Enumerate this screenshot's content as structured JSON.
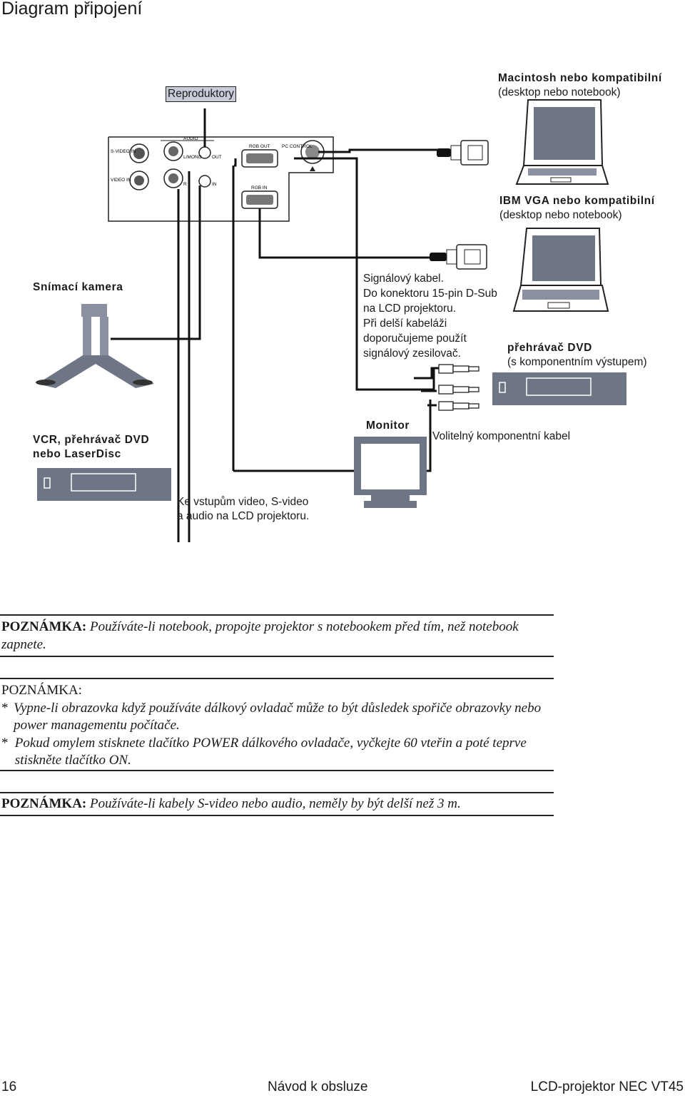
{
  "title": "Diagram připojení",
  "labels": {
    "speakers": "Reproduktory",
    "mac_name": "Macintosh nebo kompatibilní",
    "mac_sub": "(desktop nebo notebook)",
    "ibm_name": "IBM VGA nebo kompatibilní",
    "ibm_sub": "(desktop nebo notebook)",
    "camera": "Snímací kamera",
    "signal_cable": [
      "Signálový kabel.",
      "Do konektoru 15-pin D-Sub",
      "na LCD projektoru.",
      "Při delší kabeláži",
      "doporučujeme použít",
      "signálový zesilovač."
    ],
    "dvd_name": "přehrávač DVD",
    "dvd_sub": "(s komponentním výstupem)",
    "vcr_line1": "VCR, přehrávač DVD",
    "vcr_line2": "nebo LaserDisc",
    "monitor": "Monitor",
    "component_cable": "Volitelný komponentní kabel",
    "video_inputs_line1": "Ke vstupům video, S-video",
    "video_inputs_line2": "a audio na LCD projektoru."
  },
  "panel_labels": {
    "audio": "AUDIO",
    "svideo_in": "S-VIDEO IN",
    "video_in": "VIDEO IN",
    "lmono": "L/MONO",
    "in": "IN",
    "r": "R",
    "out": "OUT",
    "rgb_out": "RGB OUT",
    "rgb_in": "RGB IN",
    "pc_control": "PC CONTROL"
  },
  "notes": {
    "n1_label": "POZNÁMKA:",
    "n1_text": "Používáte-li notebook, propojte projektor s notebookem před tím, než notebook zapnete.",
    "n2_label": "POZNÁMKA:",
    "n2_items": [
      "Vypne-li obrazovka když používáte dálkový ovladač může to být důsledek spořiče obrazovky nebo power managementu počítače.",
      "Pokud omylem stisknete tlačítko POWER  dálkového ovladače, vyčkejte 60 vteřin a poté teprve stiskněte tlačítko ON."
    ],
    "n3_label": "POZNÁMKA:",
    "n3_text": "Používáte-li kabely S-video nebo audio, neměly by být delší než 3 m."
  },
  "footer": {
    "page": "16",
    "center": "Návod k obsluze",
    "right": "LCD-projektor NEC VT45"
  },
  "colors": {
    "device": "#6e7686",
    "label_box": "#c8ccd6",
    "cable": "#111111"
  }
}
